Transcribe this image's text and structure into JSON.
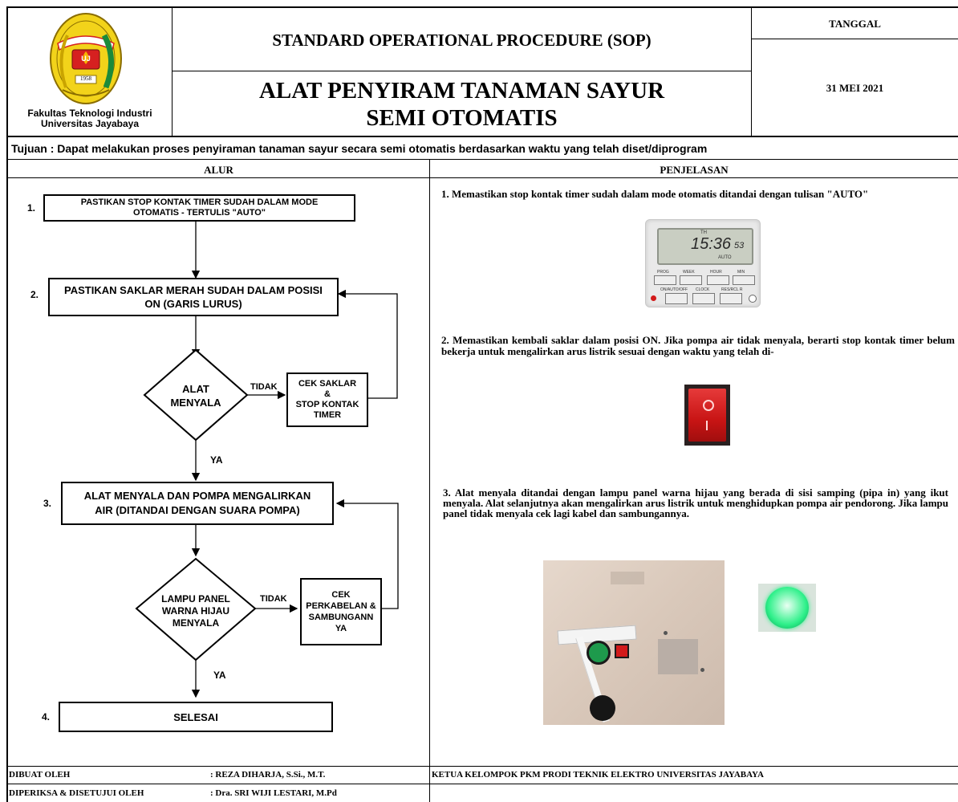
{
  "header": {
    "institution_line1": "Fakultas Teknologi Industri",
    "institution_line2": "Universitas Jayabaya",
    "logo_text": "UJ",
    "logo_year": "1958",
    "sop_title": "STANDARD OPERATIONAL PROCEDURE (SOP)",
    "device_title_line1": "ALAT PENYIRAM TANAMAN SAYUR",
    "device_title_line2": "SEMI OTOMATIS",
    "date_label": "TANGGAL",
    "date_value": "31 MEI 2021"
  },
  "purpose": "Tujuan : Dapat melakukan proses penyiraman tanaman sayur secara semi otomatis berdasarkan waktu yang telah diset/diprogram",
  "columns": {
    "flow": "ALUR",
    "explanation": "PENJELASAN"
  },
  "flow": {
    "step1_num": "1.",
    "step1_line1": "PASTIKAN STOP KONTAK TIMER SUDAH DALAM MODE",
    "step1_line2": "OTOMATIS - TERTULIS \"AUTO\"",
    "step2_num": "2.",
    "step2_line1": "PASTIKAN SAKLAR MERAH SUDAH DALAM POSISI",
    "step2_line2": "ON (GARIS LURUS)",
    "decision1_line1": "ALAT",
    "decision1_line2": "MENYALA",
    "decision1_no": "TIDAK",
    "check1_line1": "CEK SAKLAR",
    "check1_line2": "&",
    "check1_line3": "STOP KONTAK",
    "check1_line4": "TIMER",
    "decision1_yes": "YA",
    "step3_num": "3.",
    "step3_line1": "ALAT MENYALA DAN POMPA MENGALIRKAN",
    "step3_line2": "AIR (DITANDAI DENGAN SUARA POMPA)",
    "decision2_line1": "LAMPU PANEL",
    "decision2_line2": "WARNA HIJAU",
    "decision2_line3": "MENYALA",
    "decision2_no": "TIDAK",
    "check2_line1": "CEK",
    "check2_line2": "PERKABELAN &",
    "check2_line3": "SAMBUNGANN",
    "check2_line4": "YA",
    "decision2_yes": "YA",
    "step4_num": "4.",
    "step4_label": "SELESAI"
  },
  "explanations": {
    "e1": "1. Memastikan stop kontak timer sudah dalam mode otomatis ditandai dengan tulisan \"AUTO\"",
    "timer_display_small": "TH",
    "timer_display_time": "15:36",
    "timer_display_sec": "53",
    "timer_display_mode": "AUTO",
    "timer_btn_prog": "PROG",
    "timer_btn_week": "WEEK",
    "timer_btn_hour": "HOUR",
    "timer_btn_min": "MIN",
    "timer_btn_onoff": "ON/AUTO/OFF",
    "timer_btn_clock": "CLOCK",
    "timer_btn_res": "RES/RCL R",
    "e2": "2. Memastikan kembali saklar dalam posisi ON. Jika pompa air tidak menyala, berarti stop kontak timer belum bekerja untuk mengalirkan arus listrik sesuai dengan waktu yang telah di-",
    "e3": "3. Alat menyala ditandai dengan lampu panel warna hijau yang berada di sisi samping (pipa in) yang ikut menyala. Alat selanjutnya akan mengalirkan arus listrik untuk menghidupkan pompa air pendorong. Jika lampu panel tidak menyala cek lagi kabel dan sambungannya."
  },
  "footer": {
    "made_by_label": "DIBUAT OLEH",
    "made_by_value": ": REZA DIHARJA, S.Si., M.T.",
    "approved_label": "DIPERIKSA & DISETUJUI OLEH",
    "approved_value": ": Dra. SRI WIJI LESTARI, M.Pd",
    "leader": "KETUA KELOMPOK PKM PRODI TEKNIK ELEKTRO UNIVERSITAS JAYABAYA"
  },
  "colors": {
    "logo_yellow": "#f2d31a",
    "logo_red": "#d62020",
    "logo_green": "#1c8a3a",
    "switch_red": "#d21a1a",
    "lamp_green": "#2ef08a"
  }
}
